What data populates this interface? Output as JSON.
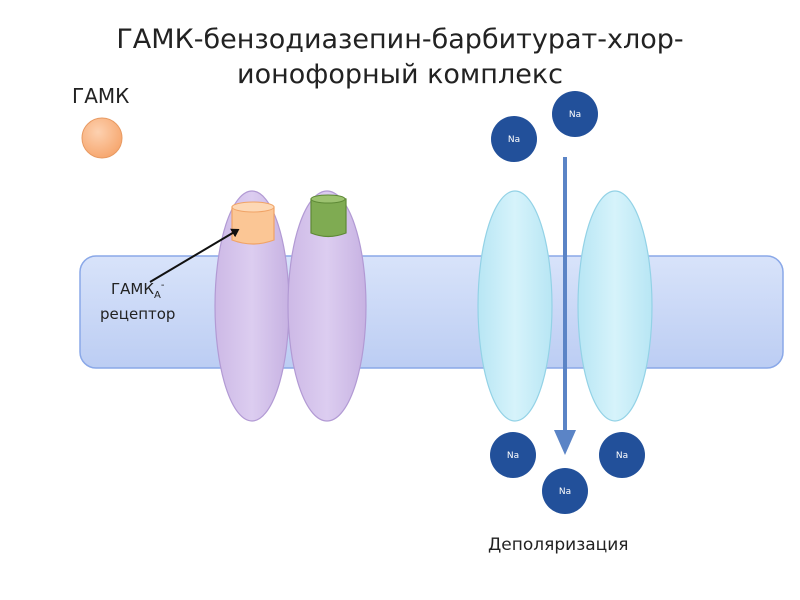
{
  "title": {
    "line1": "ГАМК-бензодиазепин-барбитурат-хлор-",
    "line2": "ионофорный комплекс"
  },
  "gaba_label": "ГАМК",
  "receptor_label": {
    "main": "ГАМК",
    "sub": "А",
    "sup": "-",
    "line2": "рецептор"
  },
  "ion_label": "Na",
  "depolarization_label": "Деполяризация",
  "colors": {
    "membrane_fill": "#c9d7f7",
    "membrane_stroke": "#8aa8e8",
    "receptor_fill": "#d4c3ea",
    "receptor_stroke": "#b29ad4",
    "channel_fill": "#c5ecf7",
    "channel_stroke": "#93d2e6",
    "gaba_ball": "#fbb988",
    "gaba_site": "#fbc695",
    "bzd_site": "#7fab52",
    "ion_fill": "#22509a",
    "arrow": "#5b84c6"
  }
}
